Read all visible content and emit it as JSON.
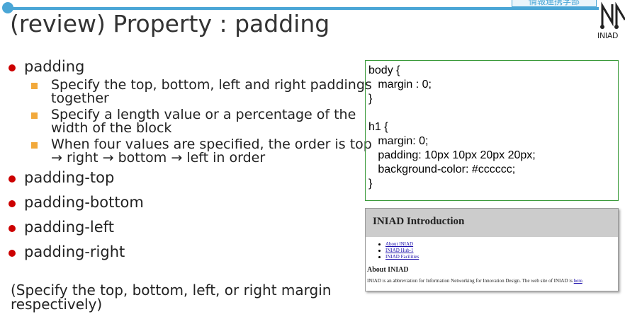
{
  "header": {
    "label": "情報連携学部",
    "logo_text": "INIAD"
  },
  "title": "(review) Property : padding",
  "bullets": [
    {
      "text": "padding",
      "sub": [
        "Specify the top, bottom, left and right paddings together",
        "Specify a length value or a percentage of the width of the block",
        "When four values are specified, the order is top → right → bottom → left in order"
      ]
    },
    {
      "text": "padding-top"
    },
    {
      "text": "padding-bottom"
    },
    {
      "text": "padding-left"
    },
    {
      "text": "padding-right"
    }
  ],
  "note": "(Specify the top, bottom, left, or right margin respectively)",
  "code": {
    "lines": [
      "body {",
      "   margin : 0;",
      "}",
      "",
      "h1 {",
      "   margin: 0;",
      "   padding: 10px 10px 20px 20px;",
      "   background-color: #cccccc;",
      "}"
    ]
  },
  "preview": {
    "h1": "INIAD Introduction",
    "links": [
      "About INIAD",
      "INIAD Hub-1",
      "INIAD Facilities"
    ],
    "h2": "About INIAD",
    "paragraph": "INIAD is an abbreviation for Information Networking for Innovation Design. The web site of INIAD is ",
    "paragraph_link": "here",
    "paragraph_end": "."
  },
  "colors": {
    "accent": "#4aa6d6",
    "bullet_l1": "#cc0000",
    "bullet_l2": "#f2a93b",
    "code_border": "#3a9a3a",
    "preview_h1_bg": "#cccccc"
  }
}
